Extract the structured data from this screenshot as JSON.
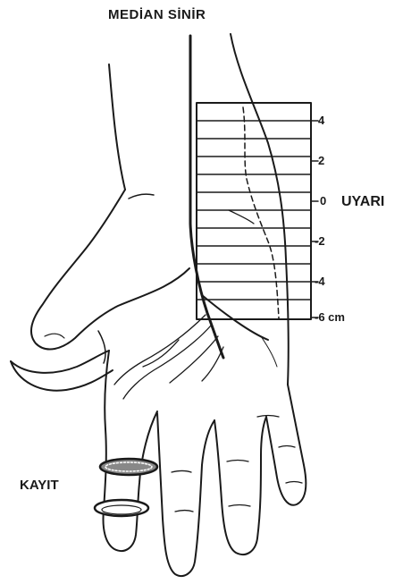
{
  "labels": {
    "nerve": "MEDİAN SİNİR",
    "stimulation": "UYARI",
    "recording": "KAYIT"
  },
  "scale": {
    "ticks": [
      "4",
      "2",
      "0",
      "-2",
      "-4",
      "-6 cm"
    ]
  },
  "colors": {
    "ink": "#1a1a1a",
    "background": "#ffffff",
    "ring_fill": "#888888"
  }
}
